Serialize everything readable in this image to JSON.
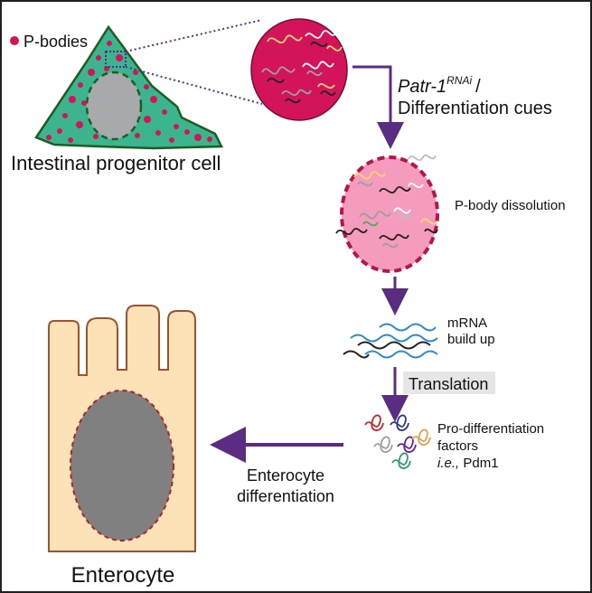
{
  "legend": {
    "label": "P-bodies"
  },
  "progenitor": {
    "caption": "Intestinal progenitor cell"
  },
  "step1": {
    "gene": "Patr-1",
    "superscript": "RNAi",
    "slash": "/",
    "line2": "Differentiation cues"
  },
  "dissolution": {
    "label": "P-body dissolution"
  },
  "mrna": {
    "line1": "mRNA",
    "line2": "build up"
  },
  "translation": {
    "label": "Translation"
  },
  "factors": {
    "line1": "Pro-differentiation",
    "line2": "factors",
    "line3_italic": "i.e.,",
    "line3_rest": " Pdm1"
  },
  "differentiation": {
    "line1": "Enterocyte",
    "line2": "differentiation"
  },
  "enterocyte": {
    "caption": "Enterocyte"
  },
  "colors": {
    "pbody": "#d4145a",
    "progenitor_fill": "#3cb58f",
    "nucleus": "#a7a9ac",
    "dissolved_fill": "#f59bbd",
    "arrow": "#5a2d82",
    "enterocyte_fill": "#fde2b8",
    "enterocyte_outline": "#a0522d",
    "enterocyte_nucleus": "#808080",
    "translation_bg": "#e6e6e6"
  }
}
